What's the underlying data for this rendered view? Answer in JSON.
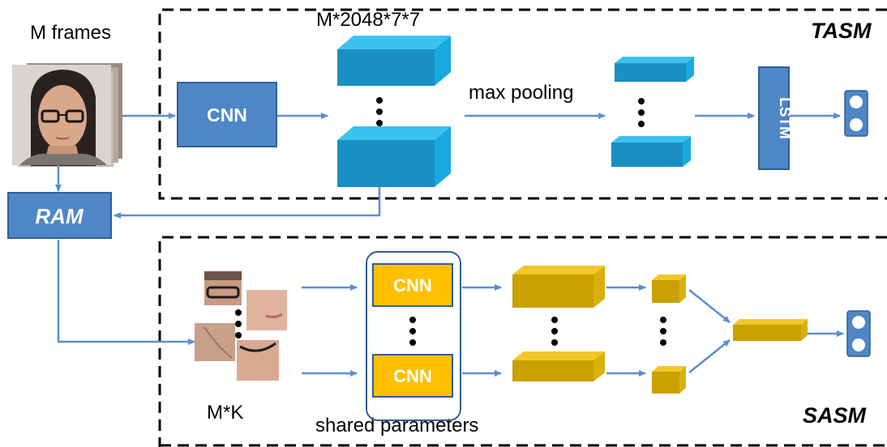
{
  "colors": {
    "blue_box": "#4f86c6",
    "blue_box_border": "#2f5f99",
    "arrow": "#5b8fcf",
    "cube_front": "#1a8fc2",
    "cube_top": "#3cc2ee",
    "cube_side": "#19a9e0",
    "gold_front": "#c9a100",
    "gold_top": "#f0c82a",
    "gold_side": "#d9b10a",
    "yellow_box": "#ffc000",
    "dashed": "#000000"
  },
  "labels": {
    "m_frames": "M frames",
    "tensor_dims": "M*2048*7*7",
    "tasm": "TASM",
    "sasm": "SASM",
    "max_pooling": "max pooling",
    "cnn_main": "CNN",
    "lstm": "LSTM",
    "ram": "RAM",
    "cnn_top": "CNN",
    "cnn_bottom": "CNN",
    "mk": "M*K",
    "shared_parameters": "shared parameters"
  },
  "icons": {
    "frames_stack": "face-frames-stack",
    "patches": "face-patch-crops",
    "output": "two-dot-output-icon"
  }
}
